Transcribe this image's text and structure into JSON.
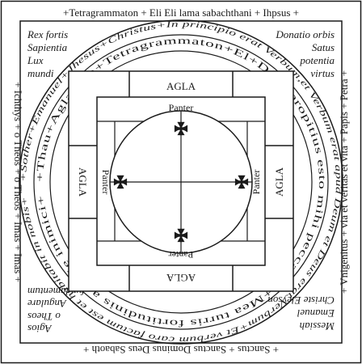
{
  "border": {
    "top": "+Tetragrammaton + Eli Eli lama sabachthani + Ihpsus +",
    "bottom": "+ Sanctus + Sanctus Dominus Deus Sabaoth +",
    "left": "+ Ichthys + o Theos + o Theos + Imas + Imas +",
    "right": "+ Vnigenitus + via et veritas et vita + Papis + Petra +"
  },
  "corners": {
    "top_left": [
      "Rex fortis",
      "Sapientia",
      "Lux",
      "mundi"
    ],
    "top_right": [
      "Donatio orbis",
      "Satus",
      "potentia",
      "virtus"
    ],
    "bottom_left": [
      "Agios",
      "o Theos",
      "Angulare",
      "fundamentum"
    ],
    "bottom_right": [
      "Messiah",
      "Emanuel",
      "Christe Eleyson"
    ]
  },
  "rings": {
    "outer": "+Sother+Emanuel+Jhesus+Christus+In principio erat Verbum,et Verbum erat apud Deum et Deus erat Verbum+Et verbum caro factum est et habitabit in nobis+",
    "inner": "+Thau+Agla+On+Tetragrammaton+El+Deus propitius esto mihi peccatori+Mea turris fortitudinis a facie inimici+"
  },
  "square": {
    "top": "AGLA",
    "bottom": "AGLA",
    "left": "AGLA",
    "right": "AGLA",
    "inner_top": "Panter",
    "inner_bottom": "Panter",
    "inner_left": "Panter",
    "inner_right": "Panter"
  },
  "symbols": {
    "cross": "cross-pattee-icon"
  },
  "colors": {
    "ink": "#1a1a1a",
    "paper": "#ffffff"
  }
}
